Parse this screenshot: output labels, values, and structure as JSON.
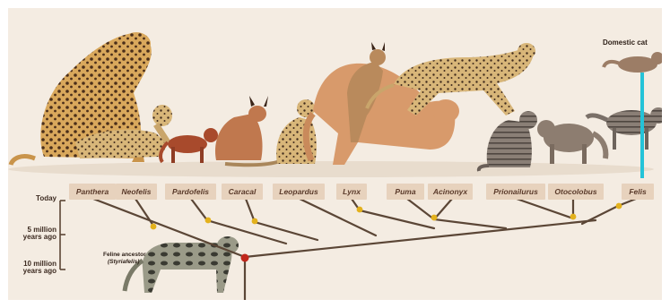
{
  "time_axis": {
    "ticks": [
      "Today",
      "5 million years ago",
      "10 million years ago"
    ]
  },
  "genera": [
    "Panthera",
    "Neofelis",
    "Pardofelis",
    "Caracal",
    "Leopardus",
    "Lynx",
    "Puma",
    "Acinonyx",
    "Prionailurus",
    "Otocolobus",
    "Felis"
  ],
  "captions": {
    "domestic_cat": "Domestic cat",
    "ancestor_line1": "Feline ancestor",
    "ancestor_line2": "(Styriafelis)"
  },
  "colors": {
    "background": "#f4ece2",
    "label_box": "#e7d2bd",
    "tree_line": "#5b4636",
    "node": "#e3b11c",
    "root_node": "#c0271b",
    "highlight": "#24c3d8"
  },
  "illustration_icons": [
    "jaguar-icon",
    "clouded-leopard-icon",
    "golden-cat-icon",
    "caracal-icon",
    "ocelot-icon",
    "lynx-icon",
    "puma-icon",
    "cheetah-icon",
    "leopard-cat-icon",
    "manul-icon",
    "wildcat-icon",
    "domestic-cat-icon",
    "ancestor-cat-icon"
  ]
}
